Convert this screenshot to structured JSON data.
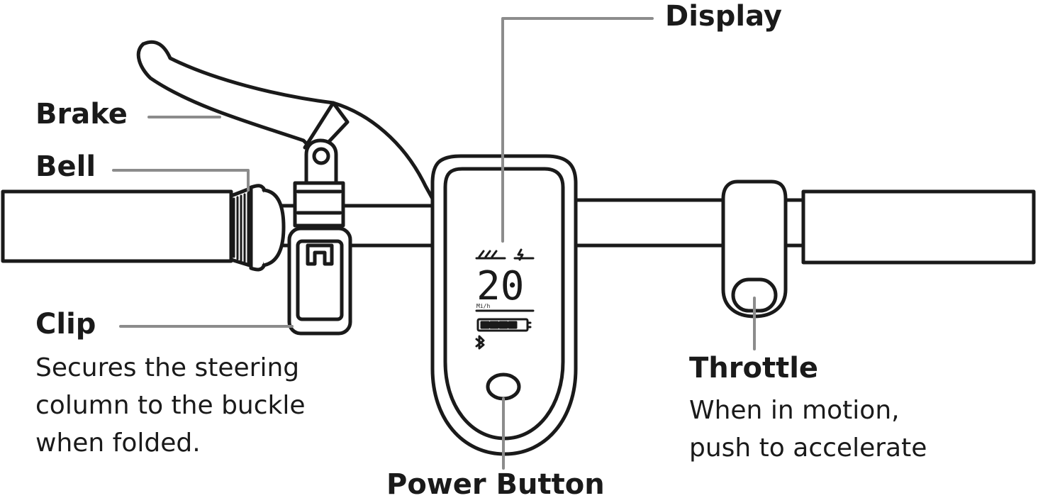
{
  "labels": {
    "display": "Display",
    "brake": "Brake",
    "bell": "Bell",
    "clip": "Clip",
    "clip_desc": [
      "Secures the steering",
      "column to the buckle",
      "when folded."
    ],
    "power_button": "Power Button",
    "throttle": "Throttle",
    "throttle_desc": [
      "When in motion,",
      "push to accelerate"
    ]
  },
  "screen": {
    "speed": "20",
    "unit": "Mi/h"
  },
  "colors": {
    "outline": "#1a1a1a",
    "leader": "#8c8c8c",
    "background": "#ffffff"
  }
}
